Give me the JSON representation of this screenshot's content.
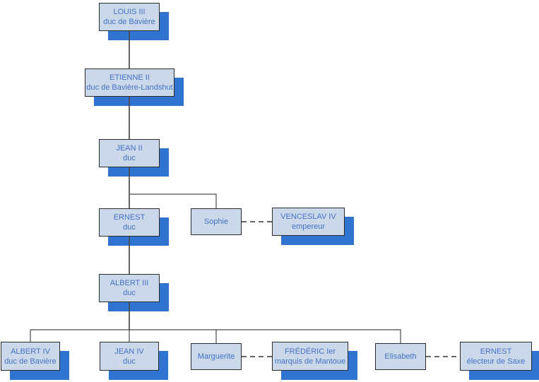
{
  "diagram": {
    "kind": "family-tree",
    "colors": {
      "box_fill": "#CAD8EA",
      "box_border": "#2B2B2B",
      "box_text": "#4472C4",
      "box_shadow": "#2E74D0",
      "connector": "#4A4A4A",
      "dashed_connector": "#333333",
      "background": "#FFFFFF"
    },
    "nodes": {
      "louis3": {
        "name": "LOUIS III",
        "title": "duc de Bavière"
      },
      "etienne2": {
        "name": "ETIENNE II",
        "title": "duc de Bavière-Landshut"
      },
      "jean2": {
        "name": "JEAN II",
        "title": "duc"
      },
      "ernest": {
        "name": "ERNEST",
        "title": "duc"
      },
      "sophie": {
        "name": "Sophie",
        "title": ""
      },
      "venceslav4": {
        "name": "VENCESLAV IV",
        "title": "empereur"
      },
      "albert3": {
        "name": "ALBERT III",
        "title": "duc"
      },
      "albert4": {
        "name": "ALBERT IV",
        "title": "duc de Bavière"
      },
      "jean4": {
        "name": "JEAN IV",
        "title": "duc"
      },
      "marguerite": {
        "name": "Marguerite",
        "title": ""
      },
      "frederic": {
        "name": "FRÉDÉRIC Ier",
        "title": "marquis de Mantoue"
      },
      "elisabeth": {
        "name": "Elisabeth",
        "title": ""
      },
      "ernestSaxe": {
        "name": "ERNEST",
        "title": "électeur de Saxe"
      }
    },
    "relations": {
      "parent_child": [
        [
          "LOUIS III",
          "ETIENNE II"
        ],
        [
          "ETIENNE II",
          "JEAN II"
        ],
        [
          "JEAN II",
          "ERNEST"
        ],
        [
          "JEAN II",
          "Sophie"
        ],
        [
          "ERNEST",
          "ALBERT III"
        ],
        [
          "ALBERT III",
          "ALBERT IV"
        ],
        [
          "ALBERT III",
          "JEAN IV"
        ],
        [
          "ALBERT III",
          "Marguerite"
        ],
        [
          "ALBERT III",
          "Elisabeth"
        ]
      ],
      "marriages": [
        [
          "Sophie",
          "VENCESLAV IV"
        ],
        [
          "Marguerite",
          "FRÉDÉRIC Ier"
        ],
        [
          "Elisabeth",
          "ERNEST électeur de Saxe"
        ]
      ]
    }
  }
}
